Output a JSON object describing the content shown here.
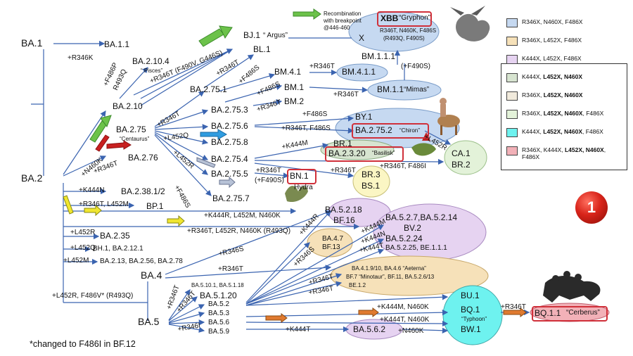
{
  "footnote": "*changed to F486I in BF.12",
  "badge_number": "1",
  "legend": {
    "items": [
      {
        "color": "#c6d9f1",
        "text": "R346X, N460X, F486X"
      },
      {
        "color": "#f6e1b9",
        "text": "R346X, L452X, F486X"
      },
      {
        "color": "#e6d3f1",
        "text": "K444X, L452X, F486X"
      },
      {
        "color": "#d7e4d0",
        "text": "K444X, L452X, N460X",
        "bold": "L452X, N460X"
      },
      {
        "color": "#f1eadc",
        "text": "R346X, L452X, N460X",
        "bold": "L452X, N460X"
      },
      {
        "color": "#e3f2d9",
        "text": "R346X, L452X, N460X, F486X",
        "bold": "L452X, N460X,"
      },
      {
        "color": "#6ef2ef",
        "text": "K444X, L452X, N460X, F486X",
        "bold": "L452X, N460X,"
      },
      {
        "color": "#f2b1b8",
        "text": "R346X, K444X, L452X, N460X, F486X",
        "bold": "L452X, N460X"
      }
    ]
  },
  "nodes": {
    "ba1": "BA.1",
    "ba11": "BA.1.1",
    "ba2": "BA.2",
    "ba2104": "BA.2.10.4",
    "pisces": "“ Pisces”",
    "ba210": "BA.2.10",
    "bj1": "BJ.1",
    "argus": "“ Argus”",
    "bl1": "BL.1",
    "ba2751": "BA.2.75.1",
    "bm41": "BM.4.1",
    "bm411": "BM.4.1.1",
    "bm1": "BM.1",
    "bm11": "BM.1.1",
    "mimas": "“Mimas”",
    "bm111": "BM.1.1.1",
    "bm2": "BM.2",
    "ba2753": "BA.2.75.3",
    "ba275": "BA.2.75",
    "centaurus": "“Centaurus”",
    "ba2756": "BA.2.75.6",
    "by1": "BY.1",
    "ba2752": "BA.2.75.2",
    "chiron": "“Chiron”",
    "ba2758": "BA.2.75.8",
    "ba2754": "BA.2.75.4",
    "br1": "BR.1",
    "ba2320": "BA.2.3.20",
    "basilisk": "“Basilisk”",
    "ca1": "CA.1",
    "br2": "BR.2",
    "ba276": "BA.2.76",
    "ba2755": "BA.2.75.5",
    "bn1": "BN.1",
    "hydra": "Hydra",
    "br3": "BR.3",
    "bs1": "BS.1",
    "ba2757": "BA.2.75.7",
    "ba238": "BA.2.38.1/2",
    "bp1": "BP.1",
    "ba235": "BA.2.35",
    "bh1": "BH.1, BA.2.12.1",
    "ba213": "BA.2.13, BA.2.56, BA.2.78",
    "xbb": "XBB",
    "gryphon": "“Gryphon”",
    "xbb_muts1": "R346T, N460K, F486S",
    "xbb_muts2": "(R493Q, F490S)",
    "recomb1": "Recombination",
    "recomb2": "with breakpoint",
    "recomb3": "@446-460",
    "x": "X",
    "ba5218": "BA.5.2.18",
    "bf16": "BF.16",
    "ba527": "BA.5.2.7,BA.5.2.14",
    "bv2": "BV.2",
    "ba5224": "BA.5.2.24",
    "ba5225": "BA.5.2.25, BE.1.1.1",
    "ba47": "BA.4.7",
    "bf13": "BF.13",
    "aeterna1": "BA.4.1.9/10, BA.4.6 “Aeterna”",
    "aeterna2": "BF.7 “Minotaur”, BF.11, BA.5.2.6/13",
    "aeterna3": "BE.1.2",
    "ba4": "BA.4",
    "ba5": "BA.5",
    "ba5101": "BA.5.10.1, BA.5.1.18",
    "ba51201": "BA.5.1.20",
    "ba52": "BA.5.2",
    "ba53": "BA.5.3",
    "ba56": "BA.5.6",
    "ba59": "BA.5.9",
    "bu1": "BU.1",
    "bq1": "BQ.1",
    "typhoon": "“Typhoon”",
    "bw1": "BW.1",
    "ba562": "BA.5.6.2",
    "bq11": "BQ.1.1",
    "cerberus": "“Cerberus”"
  },
  "edges": {
    "r346k": "+R346K",
    "f486p": "+F486P",
    "r493q": "R493Q",
    "r346t_f490v": "+R346T (F490V, G446S)",
    "r346t_bl": "+R346T",
    "r346t_bm41": "+R346T",
    "f486s_bm41": "+F486S",
    "f486s_bm1": "+F486S",
    "r346t_bm2": "+R346T",
    "r346t_bm11": "+R346T",
    "f490s": "(+F490S)",
    "r346t_2756": "+R346T",
    "f486s_by1": "+F486S",
    "r346t_f486s": "+R346T, F486S",
    "l452r_chiron": "+L452R",
    "l452q": "+L452Q",
    "l452r_2754": "+L452R",
    "k444m": "+K444M",
    "r346t_f486i": "+R346T, F486I",
    "r346t_bn1": "+R346T",
    "f490s_bn1": "(+F490S)",
    "r346t_br3": "+R346T",
    "f486s_2757": "+F486S",
    "n460k": "+N460K",
    "r346t_276": "+R346T",
    "k444n": "+K444N",
    "r346t_l452m": "+R346T, L452M",
    "k444r": "+K444R, L452M, N460K",
    "r346t_l452r": "+R346T, L452R, N460K (R493Q)",
    "l452r_235": "+L452R",
    "l452q_bh1": "+L452Q",
    "l452m": "+L452M",
    "l452r_f486v": "+L452R, F486V* (R493Q)",
    "r346s": "+R346S",
    "r346t_ba4": "+R346T",
    "k444r_bf16": "+K444R",
    "r346s_bf13": "+R346S",
    "k444m_bv2": "+K444M",
    "k444n_bv2": "+K444N",
    "k444t_bv2": "+K444T",
    "r346t_aeterna1": "+R346T",
    "r346t_aeterna2": "+R346T",
    "r346t_ba5a": "+R346T",
    "r346t_ba5b": "+R346T",
    "r346i": "+R346I",
    "k444m_n460k": "+K444M, N460K",
    "k444t_n460k": "+K444T, N460K",
    "k444t": "+K444T",
    "r346t_bq": "+R346T"
  }
}
